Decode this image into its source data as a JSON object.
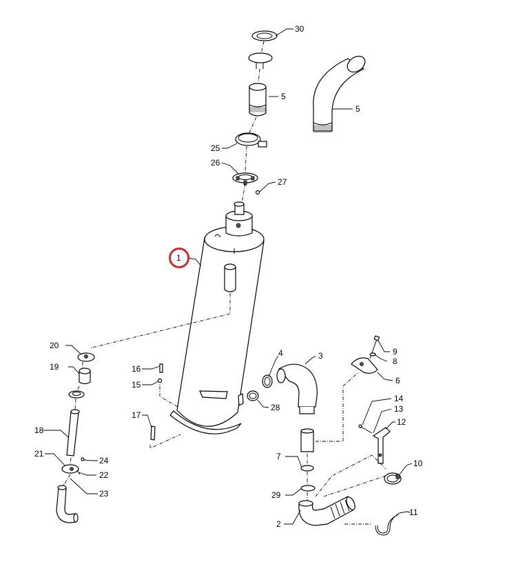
{
  "callouts": [
    {
      "id": "c1",
      "label": "1",
      "highlighted": true
    },
    {
      "id": "c2",
      "label": "2"
    },
    {
      "id": "c3",
      "label": "3"
    },
    {
      "id": "c4",
      "label": "4"
    },
    {
      "id": "c5a",
      "label": "5"
    },
    {
      "id": "c5b",
      "label": "5"
    },
    {
      "id": "c6",
      "label": "6"
    },
    {
      "id": "c7",
      "label": "7"
    },
    {
      "id": "c8",
      "label": "8"
    },
    {
      "id": "c9",
      "label": "9"
    },
    {
      "id": "c10",
      "label": "10"
    },
    {
      "id": "c11",
      "label": "11"
    },
    {
      "id": "c12",
      "label": "12"
    },
    {
      "id": "c13",
      "label": "13"
    },
    {
      "id": "c14",
      "label": "14"
    },
    {
      "id": "c15",
      "label": "15"
    },
    {
      "id": "c16",
      "label": "16"
    },
    {
      "id": "c17",
      "label": "17"
    },
    {
      "id": "c18",
      "label": "18"
    },
    {
      "id": "c19",
      "label": "19"
    },
    {
      "id": "c20",
      "label": "20"
    },
    {
      "id": "c21",
      "label": "21"
    },
    {
      "id": "c22",
      "label": "22"
    },
    {
      "id": "c23",
      "label": "23"
    },
    {
      "id": "c24",
      "label": "24"
    },
    {
      "id": "c25",
      "label": "25"
    },
    {
      "id": "c26",
      "label": "26"
    },
    {
      "id": "c27",
      "label": "27"
    },
    {
      "id": "c28",
      "label": "28"
    },
    {
      "id": "c29",
      "label": "29"
    },
    {
      "id": "c30",
      "label": "30"
    }
  ],
  "colors": {
    "line": "#000000",
    "highlight": "#d62828",
    "background": "#ffffff"
  }
}
